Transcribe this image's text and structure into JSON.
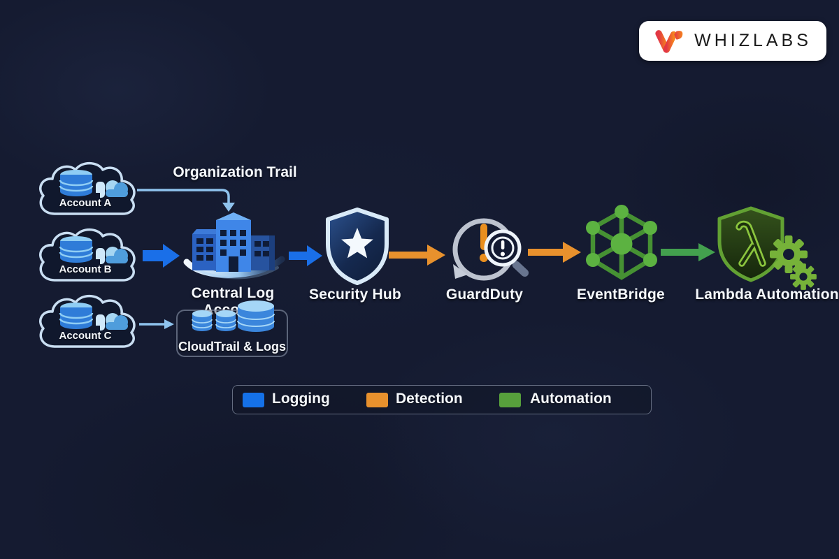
{
  "colors": {
    "background": "#151b31",
    "logging_blue": "#1a6fe8",
    "detection_orange": "#e8912d",
    "automation_green": "#43a04e",
    "light_blue_line": "#8fc3ee"
  },
  "logo": {
    "brand": "WHIZLABS",
    "mark": "whizlabs-w-gradient-mark"
  },
  "diagram": {
    "org_trail_label": "Organization Trail",
    "accounts": [
      {
        "label": "Account A",
        "icon": "cloud-database-icon"
      },
      {
        "label": "Account B",
        "icon": "cloud-database-icon"
      },
      {
        "label": "Account C",
        "icon": "cloud-database-icon"
      }
    ],
    "nodes": [
      {
        "id": "central-log-account",
        "label": "Central Log Account",
        "icon": "buildings-icon"
      },
      {
        "id": "security-hub",
        "label": "Security Hub",
        "icon": "shield-star-icon"
      },
      {
        "id": "guardduty",
        "label": "GuardDuty",
        "icon": "magnifier-alert-icon"
      },
      {
        "id": "eventbridge",
        "label": "EventBridge",
        "icon": "network-nodes-icon"
      },
      {
        "id": "lambda-automation",
        "label": "Lambda Automation",
        "icon": "lambda-shield-gears-icon"
      }
    ],
    "cloudtrail_box": {
      "label": "CloudTrail & Logs",
      "icon": "database-cylinders-icon"
    },
    "flows": [
      {
        "from": "Account A",
        "to": "Central Log Account",
        "via": "Organization Trail",
        "color": "#8fc3ee"
      },
      {
        "from": "Account B",
        "to": "Central Log Account",
        "color": "#1a6fe8"
      },
      {
        "from": "Account C",
        "to": "CloudTrail & Logs",
        "color": "#8fc3ee"
      },
      {
        "from": "Central Log Account",
        "to": "Security Hub",
        "color": "#1a6fe8"
      },
      {
        "from": "Security Hub",
        "to": "GuardDuty",
        "color": "#e8912d"
      },
      {
        "from": "GuardDuty",
        "to": "EventBridge",
        "color": "#e8912d"
      },
      {
        "from": "EventBridge",
        "to": "Lambda Automation",
        "color": "#43a04e"
      }
    ]
  },
  "legend": {
    "items": [
      {
        "label": "Logging",
        "color": "#1571e8"
      },
      {
        "label": "Detection",
        "color": "#e8912d"
      },
      {
        "label": "Automation",
        "color": "#57a03c"
      }
    ]
  }
}
